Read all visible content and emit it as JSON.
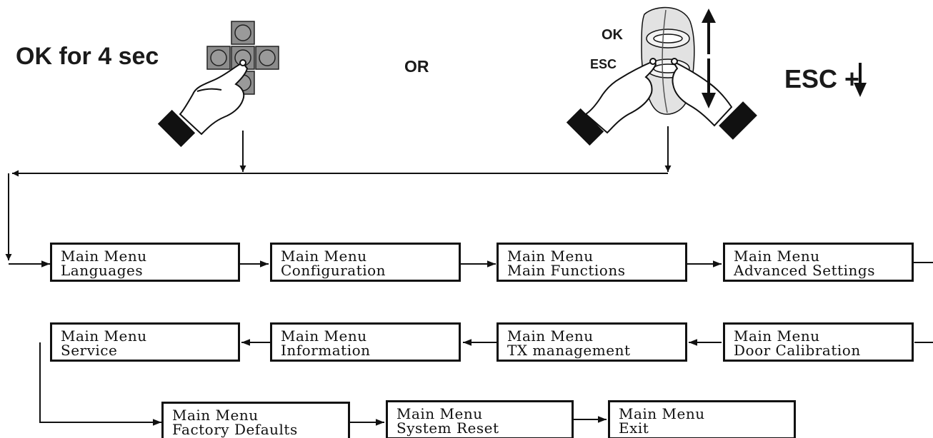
{
  "instructions": {
    "ok_hold": "OK for 4 sec",
    "or": "OR",
    "ok": "OK",
    "esc": "ESC",
    "esc_combo": "ESC +"
  },
  "menu": {
    "row1": [
      {
        "title": "Main Menu",
        "item": "Languages"
      },
      {
        "title": "Main Menu",
        "item": "Configuration"
      },
      {
        "title": "Main Menu",
        "item": "Main Functions"
      },
      {
        "title": "Main Menu",
        "item": "Advanced Settings"
      }
    ],
    "row2": [
      {
        "title": "Main Menu",
        "item": "Service"
      },
      {
        "title": "Main Menu",
        "item": "Information"
      },
      {
        "title": "Main Menu",
        "item": "TX management"
      },
      {
        "title": "Main Menu",
        "item": "Door Calibration"
      }
    ],
    "row3": [
      {
        "title": "Main Menu",
        "item": "Factory Defaults"
      },
      {
        "title": "Main Menu",
        "item": "System Reset"
      },
      {
        "title": "Main Menu",
        "item": "Exit"
      }
    ]
  },
  "icons": [
    "keypad-icon",
    "remote-control-icon",
    "pressing-hand-icon",
    "arrow-up-icon",
    "arrow-down-icon"
  ]
}
